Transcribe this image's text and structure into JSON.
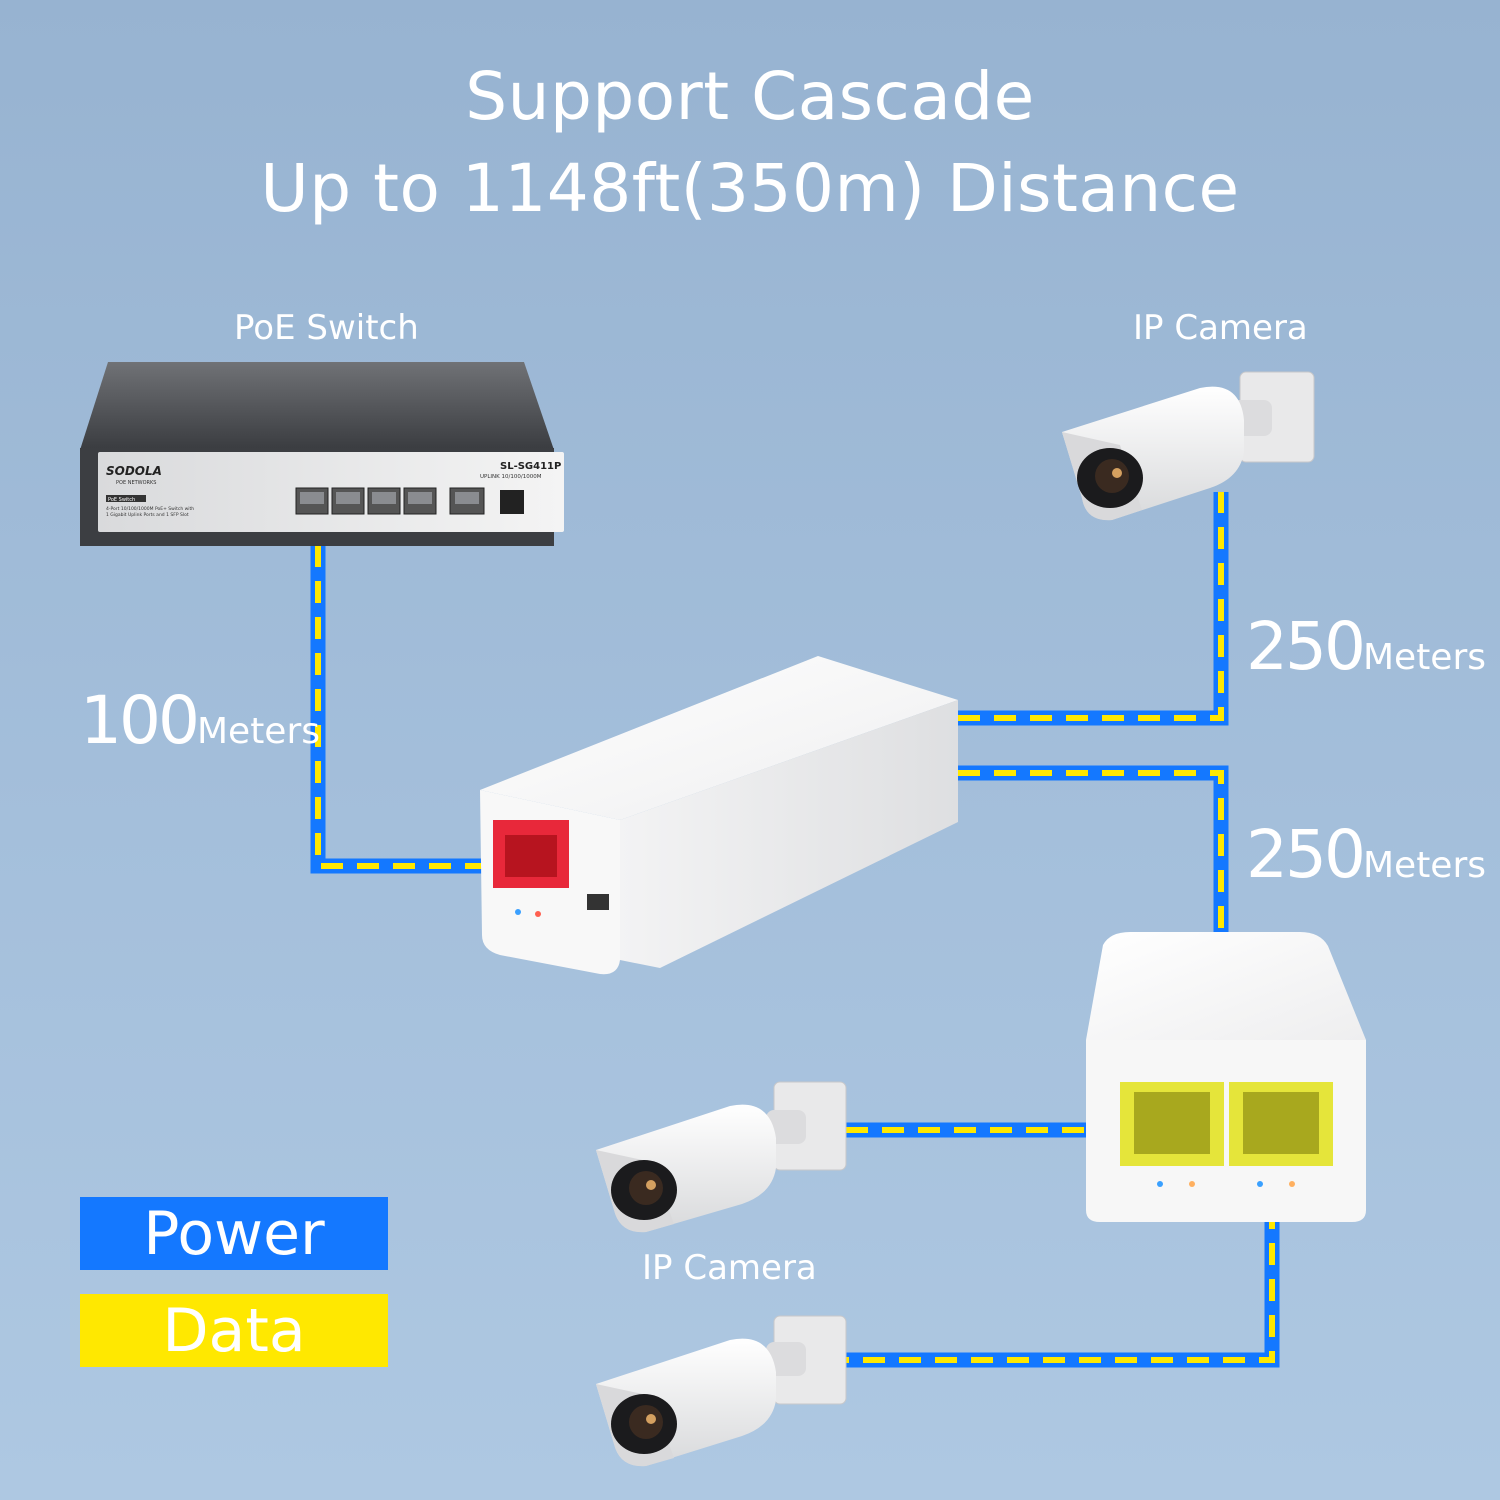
{
  "title": {
    "line1": "Support Cascade",
    "line2": "Up to 1148ft(350m) Distance"
  },
  "devices": {
    "switch_label": "PoE Switch",
    "camera_top_label": "IP Camera",
    "camera_bottom_label": "IP Camera",
    "switch_brand": "SODOLA",
    "switch_brand_sub": "POE NETWORKS",
    "switch_model": "SL-SG411P",
    "switch_uplink": "UPLINK 10/100/1000M",
    "switch_badge": "PoE Switch",
    "switch_desc1": "4-Port 10/100/1000M PoE+ Switch with",
    "switch_desc2": "1 Gigabit Uplink Ports and 1 SFP Slot"
  },
  "distances": {
    "segment1_value": "100",
    "segment1_unit": "Meters",
    "segment2_value": "250",
    "segment2_unit": "Meters",
    "segment3_value": "250",
    "segment3_unit": "Meters"
  },
  "legend": {
    "power_label": "Power",
    "data_label": "Data"
  },
  "colors": {
    "power": "#1478ff",
    "data": "#ffe800",
    "background": "#a4bfdb"
  }
}
